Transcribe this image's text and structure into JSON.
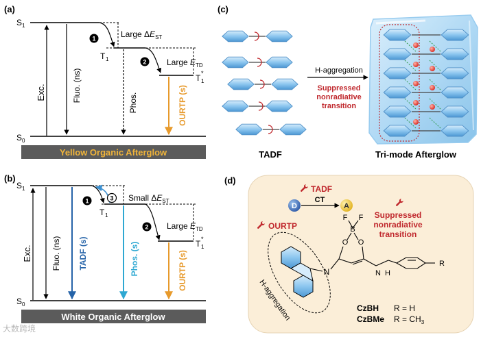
{
  "panel_a": {
    "label": "(a)",
    "s1": "S",
    "s1_sub": "1",
    "s0": "S",
    "s0_sub": "0",
    "t1": "T",
    "t1_sub": "1",
    "t1p": "T",
    "t1p_sub": "1",
    "t1p_sup": "*",
    "step1": "1",
    "step2": "2",
    "gap_st_pre": "Large Δ",
    "gap_st_var": "E",
    "gap_st_sub": "ST",
    "gap_td_pre": "Large ",
    "gap_td_var": "E",
    "gap_td_sub": "TD",
    "exc": "Exc.",
    "fluo": "Fluo. (ns)",
    "phos": "Phos.",
    "ourtp": "OURTP (s)",
    "banner": "Yellow Organic Afterglow",
    "colors": {
      "ourtp": "#e79a2c",
      "banner_text": "#f0b43a",
      "banner_bg": "#5b5b5b"
    }
  },
  "panel_b": {
    "label": "(b)",
    "s1": "S",
    "s1_sub": "1",
    "s0": "S",
    "s0_sub": "0",
    "t1": "T",
    "t1_sub": "1",
    "t1p": "T",
    "t1p_sub": "1",
    "t1p_sup": "*",
    "step1": "1",
    "step2": "2",
    "step3": "3",
    "gap_st_pre": "Small Δ",
    "gap_st_var": "E",
    "gap_st_sub": "ST",
    "gap_td_pre": "Large ",
    "gap_td_var": "E",
    "gap_td_sub": "TD",
    "exc": "Exc.",
    "fluo": "Fluo. (ns)",
    "tadf": "TADF (s)",
    "phos": "Phos. (s)",
    "ourtp": "OURTP (s)",
    "banner": "White Organic Afterglow",
    "colors": {
      "tadf": "#2563a8",
      "phos": "#2ea8d2",
      "ourtp": "#e79a2c",
      "banner_text": "#ffffff",
      "banner_bg": "#5b5b5b"
    }
  },
  "panel_c": {
    "label": "(c)",
    "arrow_label": "H-aggregation",
    "note_line1": "Suppressed",
    "note_line2": "nonradiative",
    "note_line3": "transition",
    "left_caption": "TADF",
    "right_caption": "Tri-mode Afterglow",
    "colors": {
      "note": "#c0282d"
    }
  },
  "panel_d": {
    "label": "(d)",
    "donor": "D",
    "acceptor": "A",
    "ct": "CT",
    "tadf": "TADF",
    "ourtp": "OURTP",
    "supp_line1": "Suppressed",
    "supp_line2": "nonradiative",
    "supp_line3": "transition",
    "h_agg": "H-aggregation",
    "atom_f1": "F",
    "atom_f2": "F",
    "atom_b": "B",
    "atom_o1": "O",
    "atom_o2": "O",
    "atom_n1": "N",
    "atom_n2": "N",
    "atom_h": "H",
    "atom_r": "R",
    "name1": "CzBH",
    "def1": "R = H",
    "name2": "CzBMe",
    "def2_pre": "R = CH",
    "def2_sub": "3",
    "colors": {
      "bg": "#fbeed8",
      "label_red": "#c0282d"
    }
  },
  "watermark": "大数跨境"
}
